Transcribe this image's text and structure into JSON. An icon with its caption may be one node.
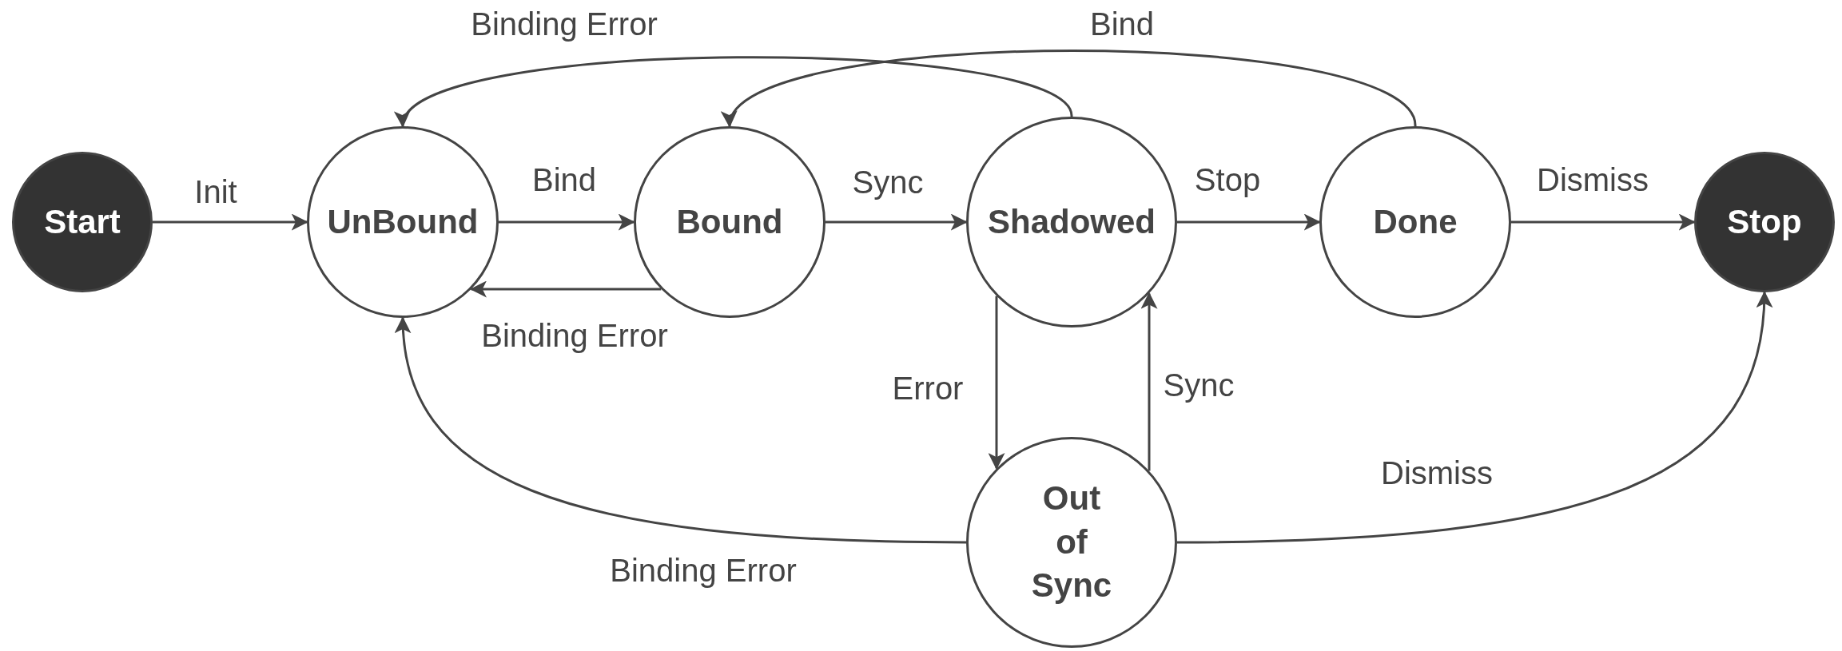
{
  "diagram": {
    "nodes": [
      {
        "text": [
          "Start"
        ]
      },
      {
        "text": [
          "UnBound"
        ]
      },
      {
        "text": [
          "Bound"
        ]
      },
      {
        "text": [
          "Shadowed"
        ]
      },
      {
        "text": [
          "Done"
        ]
      },
      {
        "text": [
          "Stop"
        ]
      },
      {
        "text": [
          "Out of Sync"
        ]
      }
    ],
    "edges": [
      {
        "from": 0,
        "to": 1,
        "arrow": "to",
        "label": "Init"
      },
      {
        "from": 1,
        "to": 2,
        "arrow": "to",
        "label": "Bind"
      },
      {
        "from": 2,
        "to": 1,
        "arrow": "to",
        "label": "Binding Error"
      },
      {
        "from": 2,
        "to": 3,
        "arrow": "to",
        "label": "Sync"
      },
      {
        "from": 3,
        "to": 4,
        "arrow": "to",
        "label": "Stop"
      },
      {
        "from": 4,
        "to": 5,
        "arrow": "to",
        "label": "Dismiss"
      },
      {
        "from": 3,
        "to": 1,
        "arrow": "to",
        "label": "Binding Error"
      },
      {
        "from": 4,
        "to": 2,
        "arrow": "to",
        "label": "Bind"
      },
      {
        "from": 3,
        "to": 6,
        "arrow": "to",
        "label": "Error"
      },
      {
        "from": 6,
        "to": 3,
        "arrow": "to",
        "label": "Sync"
      },
      {
        "from": 6,
        "to": 1,
        "arrow": "to",
        "label": "Binding Error"
      },
      {
        "from": 6,
        "to": 5,
        "arrow": "to",
        "label": "Dismiss"
      }
    ]
  }
}
